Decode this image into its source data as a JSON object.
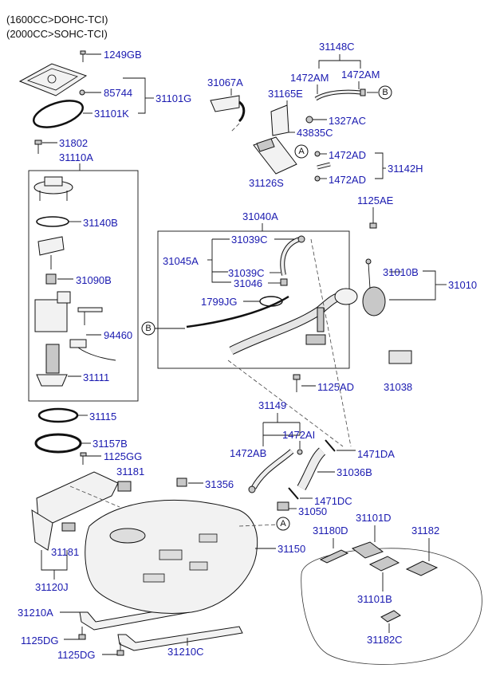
{
  "header": {
    "line1": "(1600CC>DOHC-TCI)",
    "line2": "(2000CC>SOHC-TCI)"
  },
  "callouts": {
    "a": "A",
    "b": "B"
  },
  "labels": {
    "p1249GB": "1249GB",
    "p85744": "85744",
    "p31101G": "31101G",
    "p31101K": "31101K",
    "p31802": "31802",
    "p31110A": "31110A",
    "p31140B": "31140B",
    "p31090B": "31090B",
    "p94460": "94460",
    "p31111": "31111",
    "p31115": "31115",
    "p31157B": "31157B",
    "p1125GG": "1125GG",
    "p31181_top": "31181",
    "p31181_left": "31181",
    "p31120J": "31120J",
    "p31210A": "31210A",
    "p1125DG_1": "1125DG",
    "p1125DG_2": "1125DG",
    "p31210C": "31210C",
    "p31067A": "31067A",
    "p31148C": "31148C",
    "p1472AM_1": "1472AM",
    "p1472AM_2": "1472AM",
    "p31165E": "31165E",
    "p1327AC": "1327AC",
    "p43835C": "43835C",
    "p1472AD_1": "1472AD",
    "p1472AD_2": "1472AD",
    "p31142H": "31142H",
    "p31126S": "31126S",
    "p1125AE": "1125AE",
    "p31040A": "31040A",
    "p31039C_1": "31039C",
    "p31045A": "31045A",
    "p31039C_2": "31039C",
    "p31046": "31046",
    "p1799JG": "1799JG",
    "p31010B": "31010B",
    "p31010": "31010",
    "p1125AD": "1125AD",
    "p31038": "31038",
    "p31149": "31149",
    "p1472AI": "1472AI",
    "p1472AB": "1472AB",
    "p1471DA": "1471DA",
    "p31036B": "31036B",
    "p31356": "31356",
    "p1471DC": "1471DC",
    "p31050": "31050",
    "p31150": "31150",
    "p31180D": "31180D",
    "p31101D": "31101D",
    "p31182": "31182",
    "p31101B": "31101B",
    "p31182C": "31182C"
  }
}
